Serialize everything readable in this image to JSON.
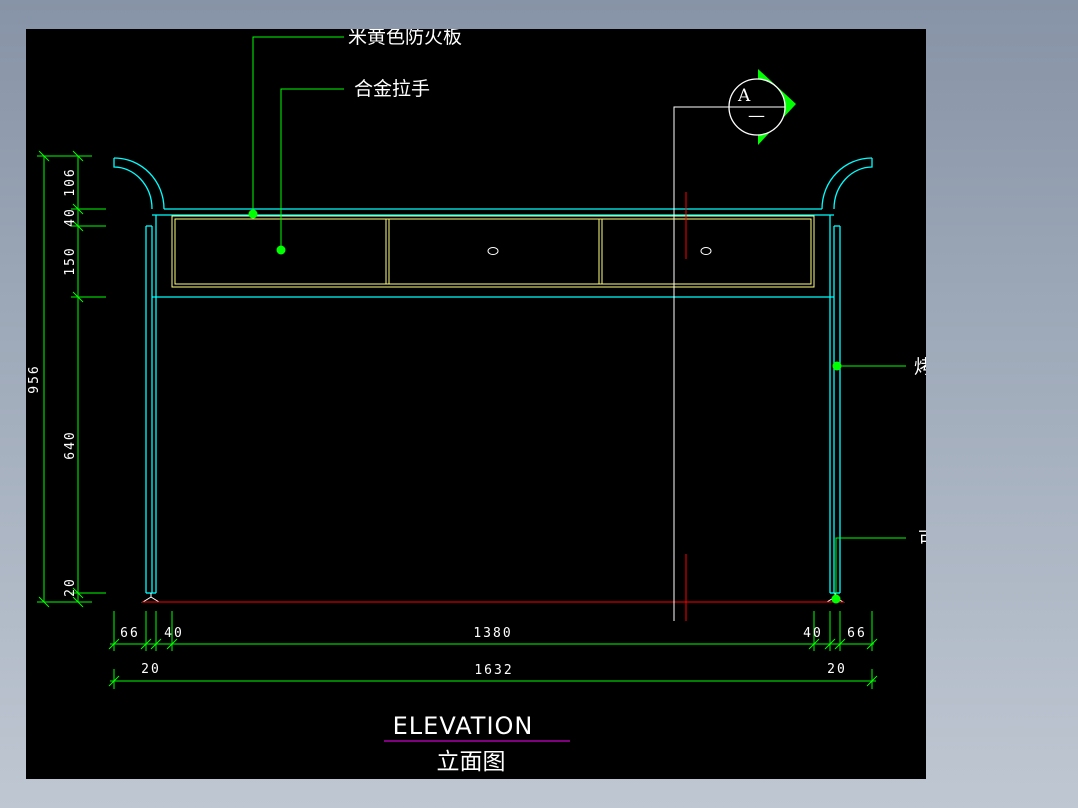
{
  "labels": {
    "panel": "米黄色防火板",
    "handle": "合金拉手",
    "tube": "烤漆金属方管",
    "foot": "可调地脚"
  },
  "section_marker": {
    "letter": "A",
    "sheet": "—"
  },
  "dimensions": {
    "vertical_left": {
      "total": "956"
    },
    "vertical_inner": [
      "106",
      "40",
      "150",
      "640",
      "20"
    ],
    "horizontal_top": [
      "66",
      "40",
      "1380",
      "40",
      "66"
    ],
    "horizontal_bottom": [
      "20",
      "1632",
      "20"
    ]
  },
  "title": {
    "english": "ELEVATION",
    "chinese": "立面图"
  },
  "colors": {
    "background": "#000000",
    "outline": "#00ffff",
    "drawer": "#ffff80",
    "leader": "#00ff00",
    "center_line": "#ff0000",
    "underline": "#ff00ff",
    "text": "#ffffff"
  }
}
